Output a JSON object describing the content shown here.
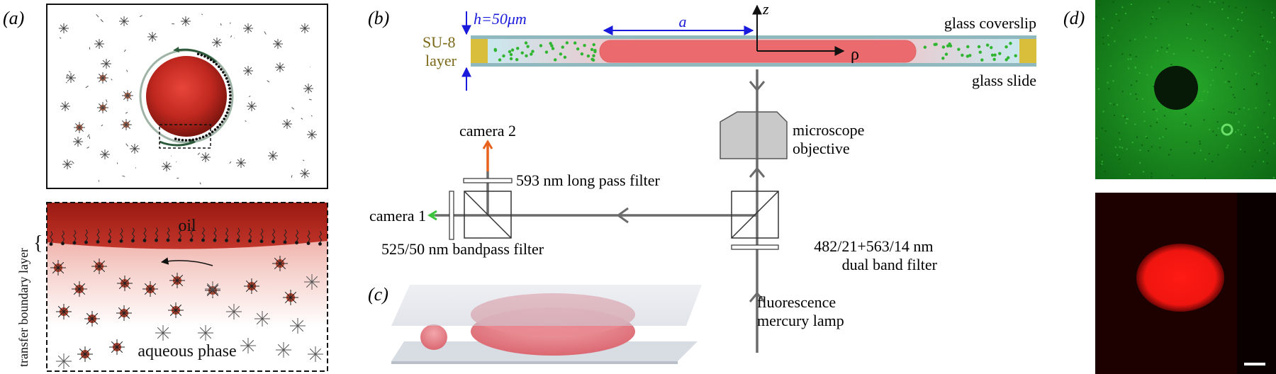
{
  "panels": {
    "a": "(a)",
    "b": "(b)",
    "c": "(c)",
    "d": "(d)"
  },
  "panel_a": {
    "oil_label": "oil",
    "aqueous_label": "aqueous phase",
    "boundary_label": "transfer boundary layer",
    "brace": "{"
  },
  "panel_b": {
    "height_label": "h=50μm",
    "a_label": "a",
    "z_label": "z",
    "rho_label": "ρ",
    "su8_line1": "SU-8",
    "su8_line2": "layer",
    "coverslip_label": "glass coverslip",
    "slide_label": "glass slide",
    "camera2_label": "camera 2",
    "camera1_label": "camera 1",
    "filter_longpass": "593 nm long pass filter",
    "filter_bandpass": "525/50 nm bandpass filter",
    "objective_line1": "microscope",
    "objective_line2": "objective",
    "dual_filter_line1": "482/21+563/14 nm",
    "dual_filter_line2": "dual band filter",
    "lamp_line1": "fluorescence",
    "lamp_line2": "mercury lamp"
  },
  "colors": {
    "oil_red": "#e4676a",
    "channel_blue": "#bfe6ee",
    "su8_yellow": "#d9be3c",
    "path_gray": "#6b6b6b",
    "green_fluor": "#2fa52f",
    "red_fluor": "#e01010",
    "annotation_blue": "#1a1adc"
  }
}
